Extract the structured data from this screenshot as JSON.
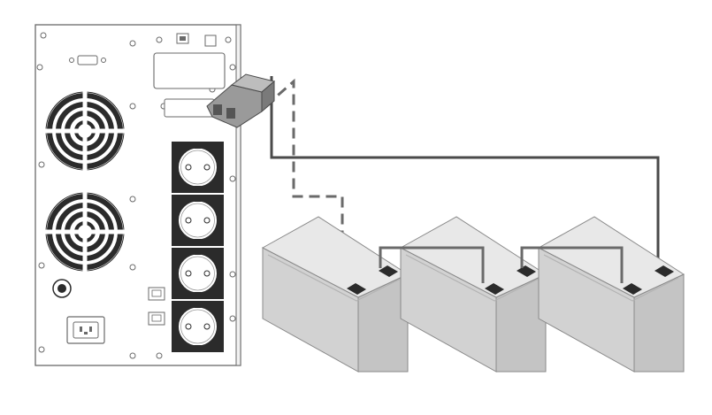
{
  "diagram": {
    "subject": "",
    "components": {
      "ups_unit": {
        "fans": 2,
        "outlets": 4,
        "has_serial_port": true,
        "has_usb_port": true,
        "has_network_ports": 2,
        "has_power_inlet": true
      },
      "battery_pack_connector": {},
      "batteries": {
        "count": 3
      }
    },
    "wires": {
      "positive_lead": {
        "style": "solid"
      },
      "negative_lead": {
        "style": "dashed"
      },
      "series_links": 2
    },
    "colors": {
      "outline": "#6a6a6a",
      "ups_body": "#ffffff",
      "outlet_fill": "#2b2b2b",
      "battery_top": "#e8e8e8",
      "battery_side": "#d2d2d2",
      "battery_front": "#c4c4c4",
      "wire": "#4a4a4a",
      "connector": "#7a7a7a"
    }
  }
}
